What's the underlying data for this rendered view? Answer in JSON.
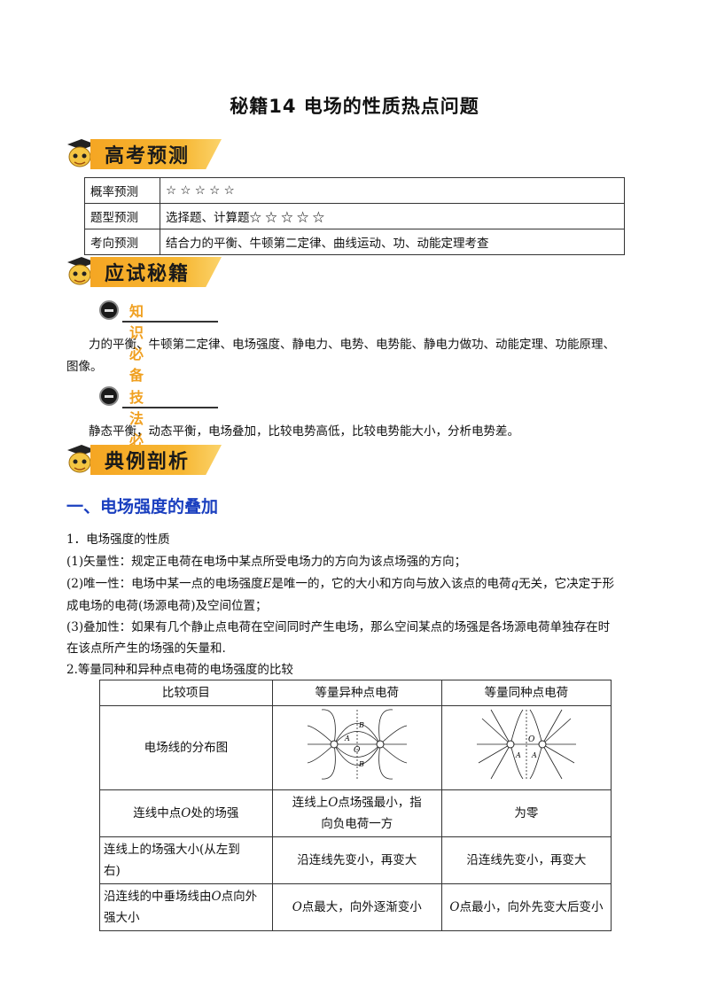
{
  "title": "秘籍14  电场的性质热点问题",
  "sections": {
    "forecast": "高考预测",
    "tips": "应试秘籍",
    "examples": "典例剖析"
  },
  "prediction_table": [
    {
      "key": "概率预测",
      "value": "☆ ☆ ☆ ☆ ☆"
    },
    {
      "key": "题型预测",
      "value": "选择题、计算题☆ ☆ ☆ ☆ ☆"
    },
    {
      "key": "考向预测",
      "value": "结合力的平衡、牛顿第二定律、曲线运动、功、动能定理考查"
    }
  ],
  "knowledge": {
    "label": "知识必备",
    "text1": "力的平衡、牛顿第二定律、电场强度、静电力、电势、电势能、静电力做功、动能定理、功能原理、",
    "text2": "图像。"
  },
  "skills": {
    "label": "技法必备",
    "text": "静态平衡，动态平衡，电场叠加，比较电势高低，比较电势能大小，分析电势差。"
  },
  "heading1": "一、电场强度的叠加",
  "body": {
    "l1": "1．电场强度的性质",
    "l2": "(1)矢量性：规定正电荷在电场中某点所受电场力的方向为该点场强的方向；",
    "l3a": "(2)唯一性：电场中某一点的电场强度",
    "l3E": "E",
    "l3b": "是唯一的，它的大小和方向与放入该点的电荷",
    "l3q": "q",
    "l3c": "无关，它决定于形",
    "l4": "成电场的电荷(场源电荷)及空间位置；",
    "l5": "(3)叠加性：如果有几个静止点电荷在空间同时产生电场，那么空间某点的场强是各场源电荷单独存在时",
    "l6": "在该点所产生的场强的矢量和.",
    "l7": "2.等量同种和异种点电荷的电场强度的比较"
  },
  "compare_table": {
    "headers": [
      "比较项目",
      "等量异种点电荷",
      "等量同种点电荷"
    ],
    "row1_label": "电场线的分布图",
    "row2_label_a": "连线中点",
    "row2_label_O": "O",
    "row2_label_b": "处的场强",
    "row2_c1_a": "连线上",
    "row2_c1_O": "O",
    "row2_c1_b": "点场强最小，指",
    "row2_c1_c": "向负电荷一方",
    "row2_c2": "为零",
    "row3_label_a": "连线上的场强大小(从左到",
    "row3_label_b": "右)",
    "row3_c1": "沿连线先变小，再变大",
    "row3_c2": "沿连线先变小，再变大",
    "row4_label_a": "沿连线的中垂场线由",
    "row4_label_O": "O",
    "row4_label_b": "点向外",
    "row4_label_c": "强大小",
    "row4_c1_O": "O",
    "row4_c1": "点最大，向外逐渐变小",
    "row4_c2_O": "O",
    "row4_c2": "点最小，向外先变大后变小"
  },
  "diagram_labels": {
    "A": "A",
    "B": "B",
    "O": "O"
  }
}
